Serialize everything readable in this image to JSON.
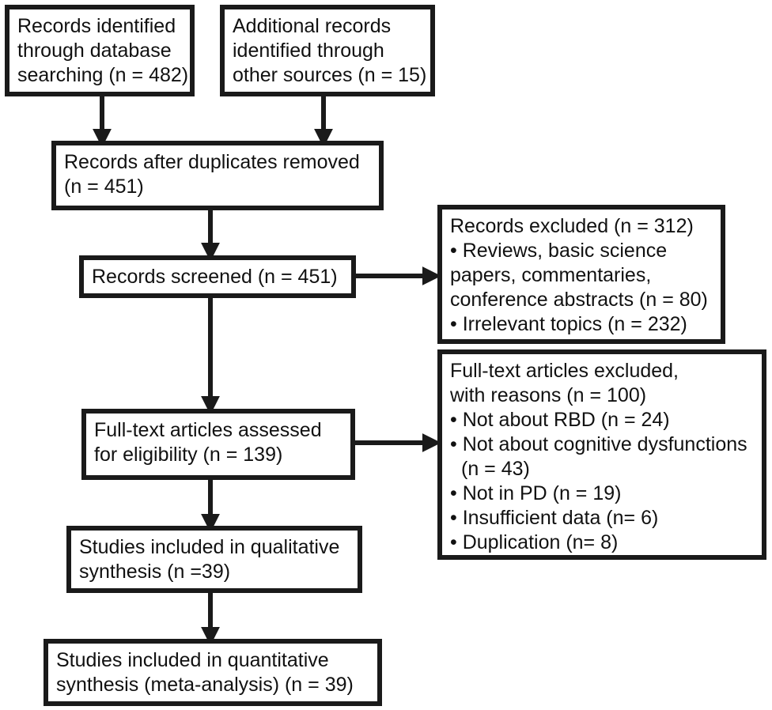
{
  "boxes": {
    "identified_db": {
      "lines": [
        "Records identified",
        "through database",
        "searching (n = 482)"
      ]
    },
    "identified_other": {
      "lines": [
        "Additional records",
        "identified through",
        "other sources (n = 15)"
      ]
    },
    "after_duplicates": {
      "lines": [
        "Records after duplicates removed",
        "(n = 451)"
      ]
    },
    "screened": {
      "lines": [
        "Records screened (n = 451)"
      ]
    },
    "excluded": {
      "lines": [
        "Records excluded (n = 312)",
        "• Reviews, basic science",
        "papers, commentaries,",
        "conference abstracts (n = 80)",
        "• Irrelevant topics (n = 232)"
      ]
    },
    "full_text_assessed": {
      "lines": [
        "Full-text articles assessed",
        "for eligibility (n = 139)"
      ]
    },
    "full_text_excluded": {
      "lines": [
        "Full-text articles excluded,",
        "with reasons (n = 100)",
        "• Not about RBD (n = 24)",
        "• Not about cognitive dysfunctions",
        "(n = 43)",
        "• Not in PD (n = 19)",
        "• Insufficient data (n= 6)",
        "• Duplication (n= 8)"
      ]
    },
    "qualitative": {
      "lines": [
        "Studies included in qualitative",
        "synthesis (n =39)"
      ]
    },
    "quantitative": {
      "lines": [
        "Studies included in quantitative",
        "synthesis (meta-analysis) (n = 39)"
      ]
    }
  }
}
